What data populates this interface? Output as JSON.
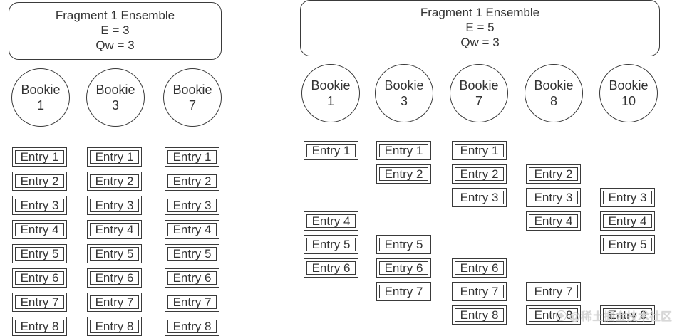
{
  "diagrams": [
    {
      "ensemble": [
        "Fragment 1 Ensemble",
        "E = 3",
        "Qw = 3"
      ],
      "bookies": [
        {
          "label": "Bookie",
          "id": "1"
        },
        {
          "label": "Bookie",
          "id": "3"
        },
        {
          "label": "Bookie",
          "id": "7"
        }
      ],
      "columns": [
        [
          "Entry 1",
          "Entry 2",
          "Entry 3",
          "Entry 4",
          "Entry 5",
          "Entry 6",
          "Entry 7",
          "Entry 8"
        ],
        [
          "Entry 1",
          "Entry 2",
          "Entry 3",
          "Entry 4",
          "Entry 5",
          "Entry 6",
          "Entry 7",
          "Entry 8"
        ],
        [
          "Entry 1",
          "Entry 2",
          "Entry 3",
          "Entry 4",
          "Entry 5",
          "Entry 6",
          "Entry 7",
          "Entry 8"
        ]
      ]
    },
    {
      "ensemble": [
        "Fragment 1 Ensemble",
        "E = 5",
        "Qw = 3"
      ],
      "bookies": [
        {
          "label": "Bookie",
          "id": "1"
        },
        {
          "label": "Bookie",
          "id": "3"
        },
        {
          "label": "Bookie",
          "id": "7"
        },
        {
          "label": "Bookie",
          "id": "8"
        },
        {
          "label": "Bookie",
          "id": "10"
        }
      ],
      "columns": [
        [
          "Entry 1",
          null,
          null,
          "Entry 4",
          "Entry 5",
          "Entry 6",
          null,
          null
        ],
        [
          "Entry 1",
          "Entry 2",
          null,
          null,
          "Entry 5",
          "Entry 6",
          "Entry 7",
          null
        ],
        [
          "Entry 1",
          "Entry 2",
          "Entry 3",
          null,
          null,
          "Entry 6",
          "Entry 7",
          "Entry 8"
        ],
        [
          null,
          "Entry 2",
          "Entry 3",
          "Entry 4",
          null,
          null,
          "Entry 7",
          "Entry 8"
        ],
        [
          null,
          null,
          "Entry 3",
          "Entry 4",
          "Entry 5",
          null,
          null,
          "Entry 8"
        ]
      ]
    }
  ],
  "watermark": {
    "icon": "nugget-logo-icon",
    "text": "@稀土掘金技术社区"
  }
}
